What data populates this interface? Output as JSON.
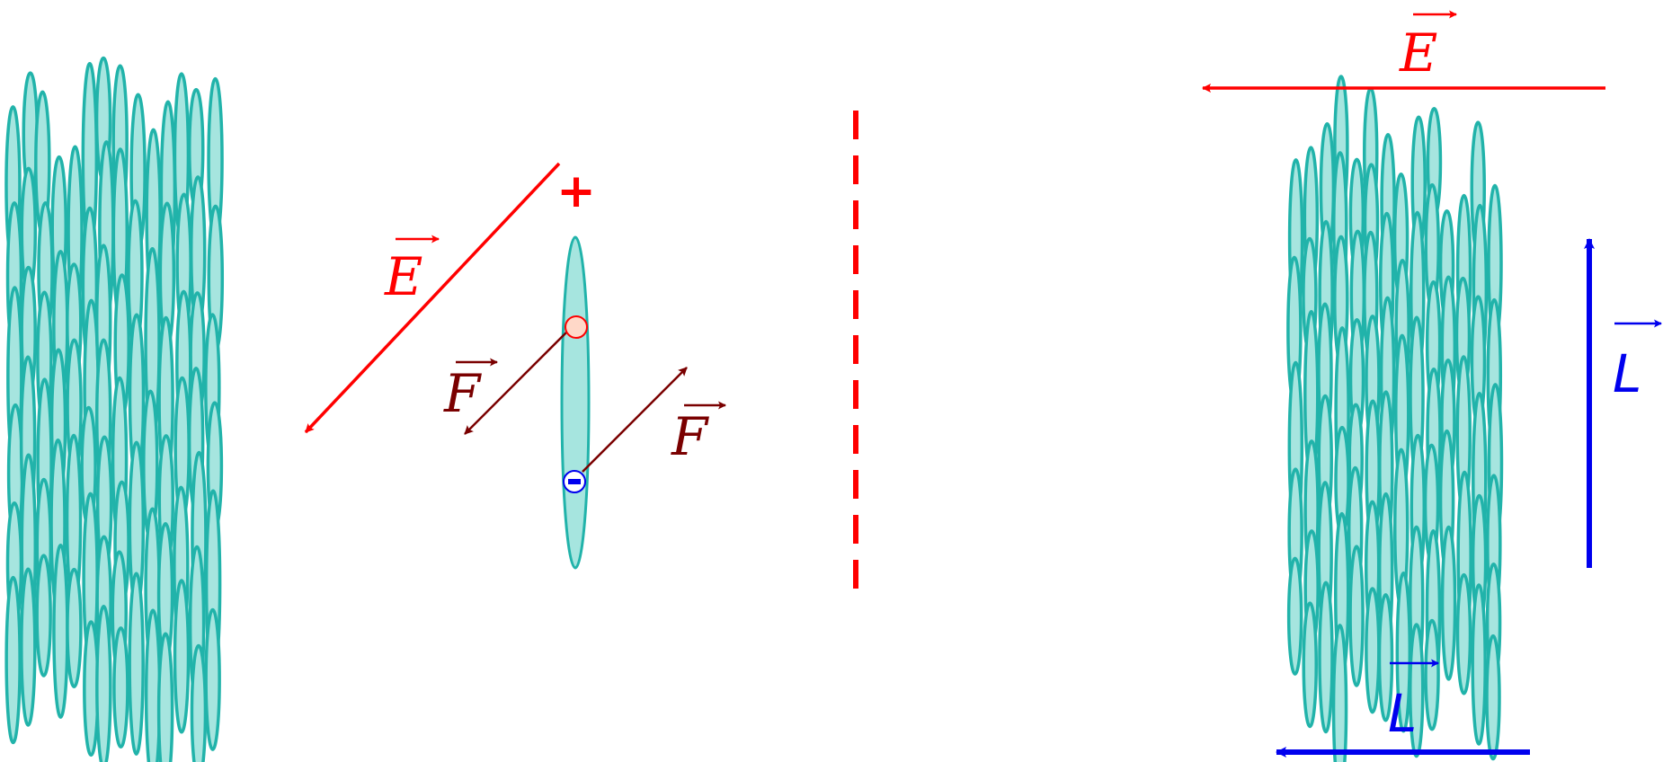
{
  "labels": {
    "plus_sign": "+",
    "minus_sign": "−",
    "e_field_left": "E",
    "force_top": "F",
    "force_bottom": "F",
    "e_field_right": "E",
    "angular_momentum_right": "L",
    "angular_momentum_bottom": "L"
  },
  "colors": {
    "molecule_fill": "#a6e5df",
    "molecule_stroke": "#21b3aa",
    "electric_field": "#ff0000",
    "force": "#7a0000",
    "angular_momentum": "#0000ee",
    "positive_charge_fill": "#ffd8c8",
    "positive_charge_stroke": "#ff0000",
    "negative_charge_fill": "#ffffff",
    "negative_charge_stroke": "#0000ee",
    "dashed_divider": "#ff0000"
  }
}
